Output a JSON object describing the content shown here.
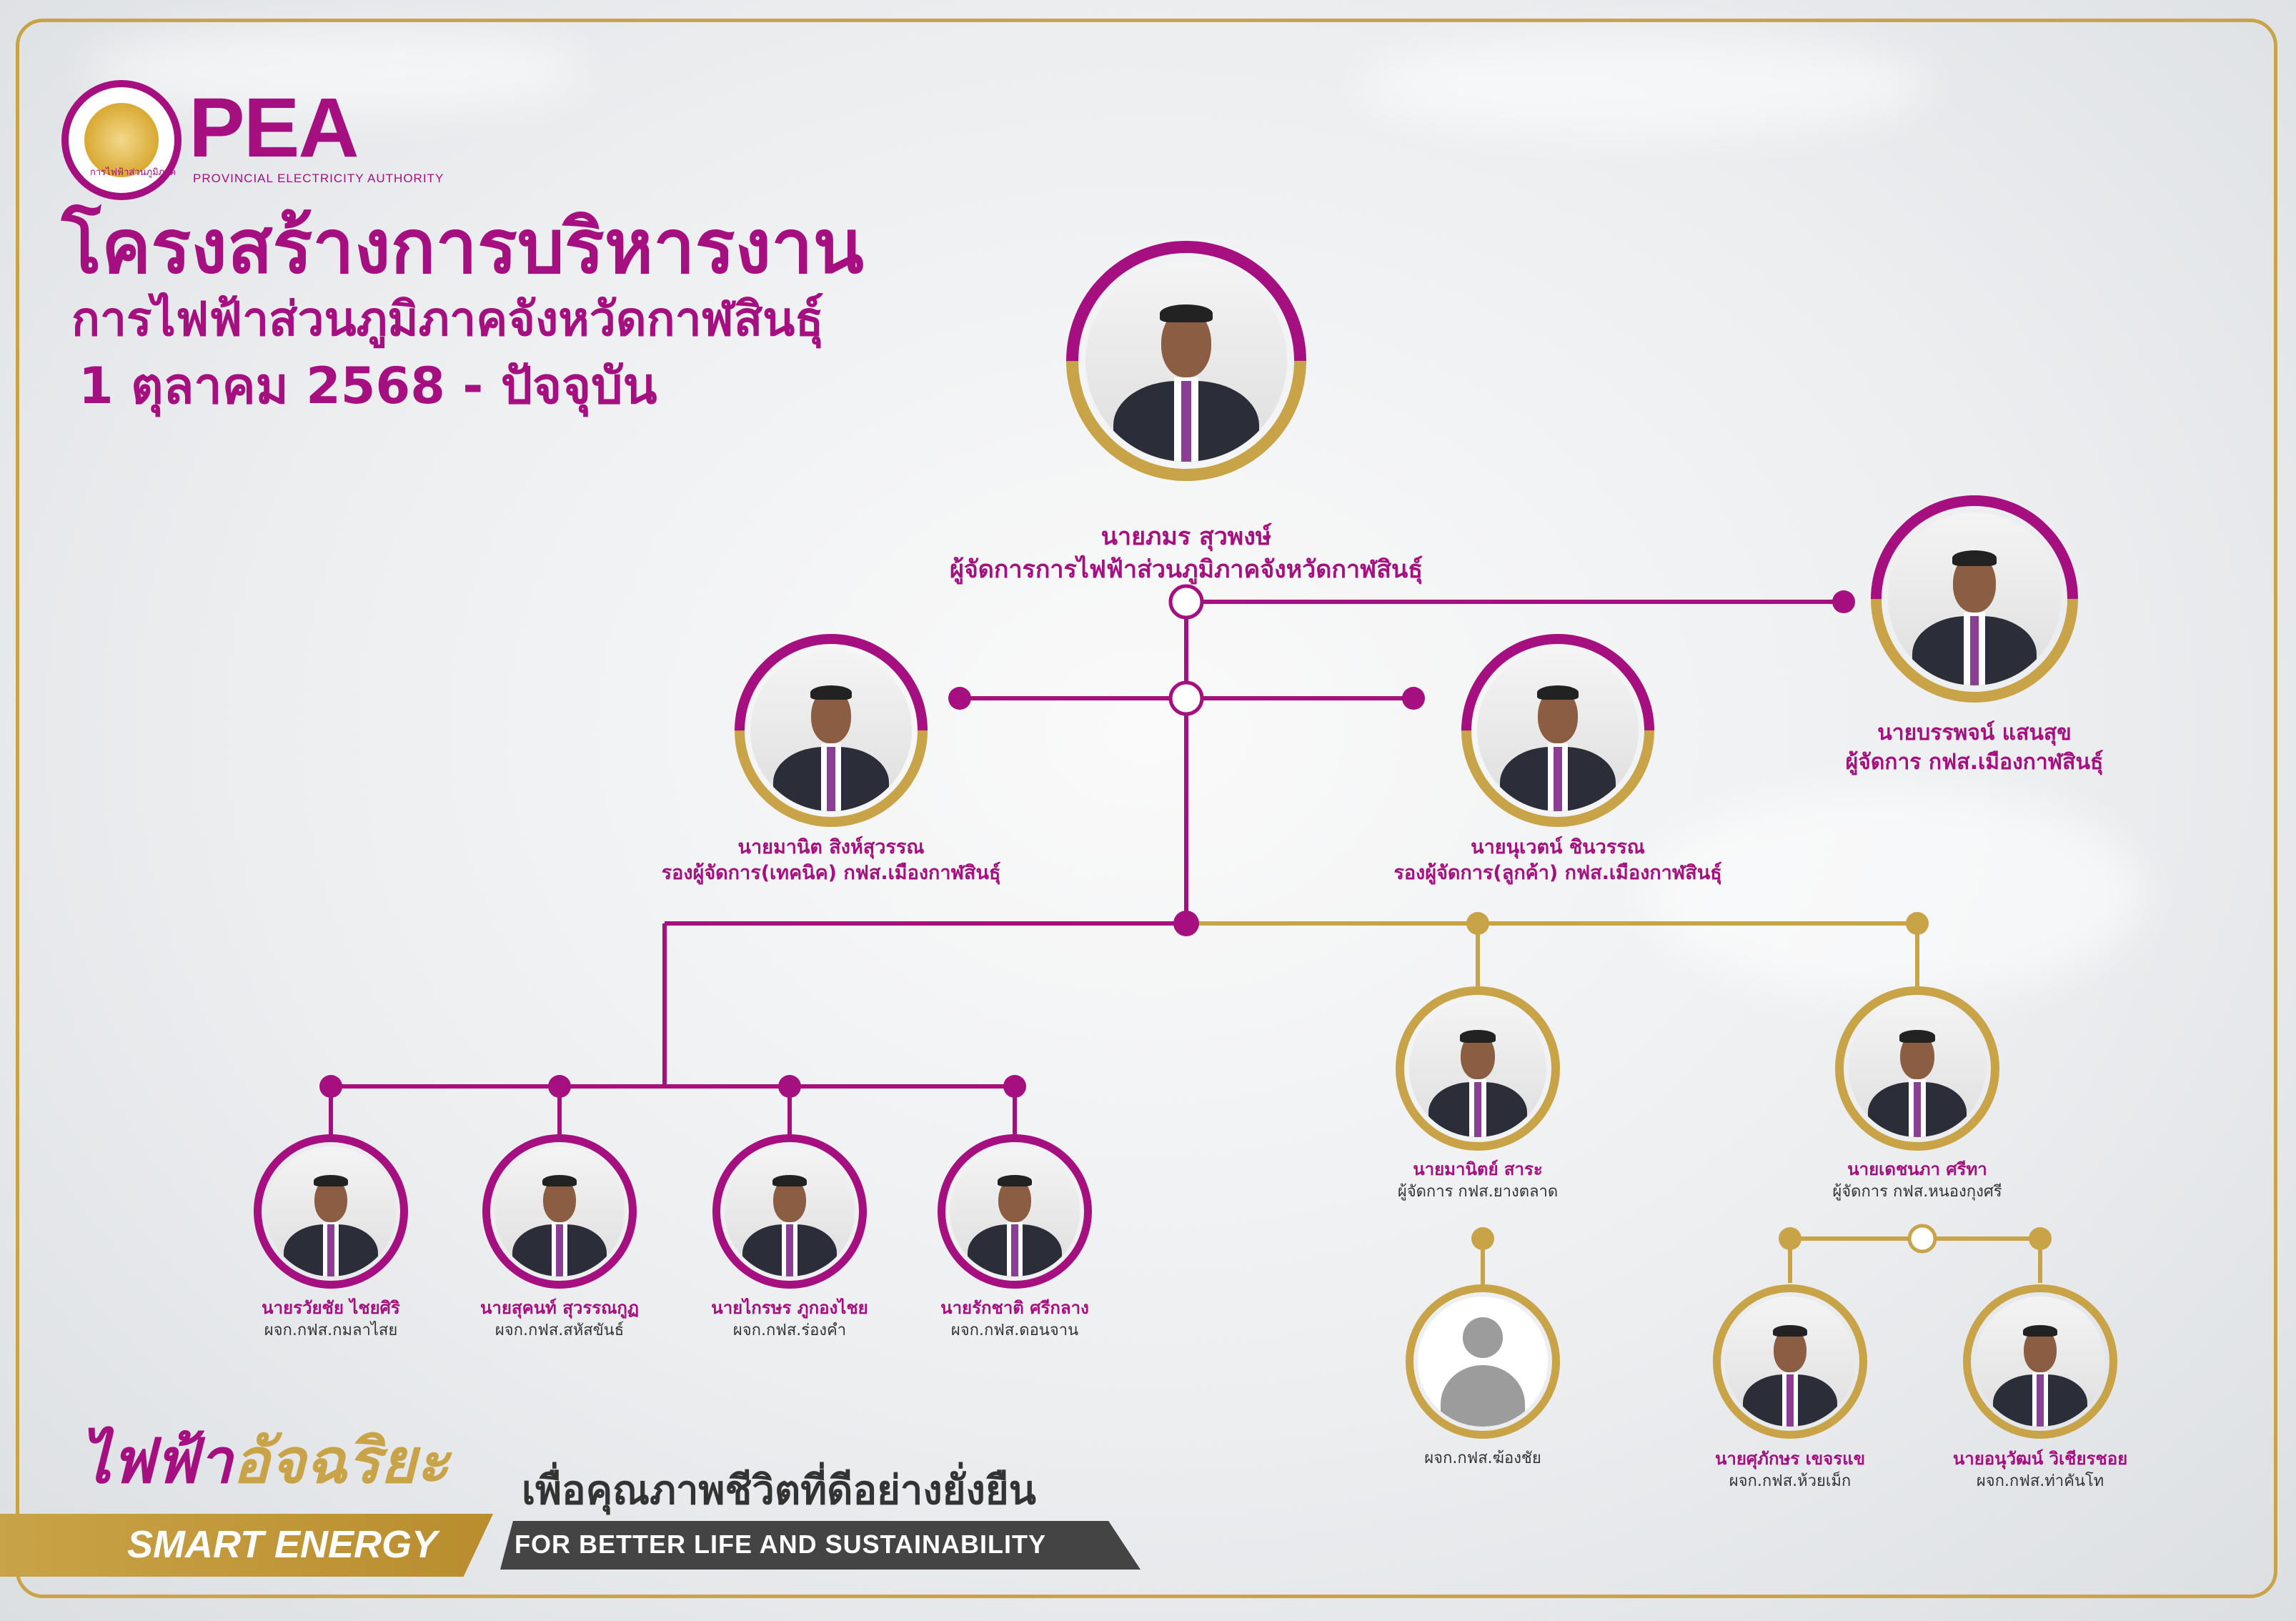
{
  "logo": {
    "wordmark": "PEA",
    "subtitle": "PROVINCIAL ELECTRICITY AUTHORITY",
    "seal_text": "การไฟฟ้าส่วนภูมิภาค"
  },
  "header": {
    "title": "โครงสร้างการบริหารงาน",
    "subtitle": "การไฟฟ้าส่วนภูมิภาคจังหวัดกาฬสินธุ์",
    "date": "1 ตุลาคม 2568 - ปัจจุบัน"
  },
  "people": {
    "director": {
      "name": "นายภมร สุวพงษ์",
      "position": "ผู้จัดการการไฟฟ้าส่วนภูมิภาคจังหวัดกาฬสินธุ์"
    },
    "office_manager": {
      "name": "นายบรรพจน์ แสนสุข",
      "position": "ผู้จัดการ กฟส.เมืองกาฬสินธุ์"
    },
    "deputy_technical": {
      "name": "นายมานิต สิงห์สุวรรณ",
      "position": "รองผู้จัดการ(เทคนิค) กฟส.เมืองกาฬสินธุ์"
    },
    "deputy_customer": {
      "name": "นายนุเวตน์ ชินวรรณ",
      "position": "รองผู้จัดการ(ลูกค้า) กฟส.เมืองกาฬสินธุ์"
    },
    "b1": {
      "name": "นายรวัยชัย ไชยศิริ",
      "position": "ผจก.กฟส.กมลาไสย"
    },
    "b2": {
      "name": "นายสุคนท์ สุวรรณกูฏ",
      "position": "ผจก.กฟส.สหัสขันธ์"
    },
    "b3": {
      "name": "นายไกรษร ภูกองไชย",
      "position": "ผจก.กฟส.ร่องคำ"
    },
    "b4": {
      "name": "นายรักชาติ ศรีกลาง",
      "position": "ผจก.กฟส.ดอนจาน"
    },
    "yangtalat": {
      "name": "นายมานิตย์ สาระ",
      "position": "ผู้จัดการ กฟส.ยางตลาด"
    },
    "nongkungsri": {
      "name": "นายเดชนภา ศรีทา",
      "position": "ผู้จัดการ กฟส.หนองกุงศรี"
    },
    "kongchai": {
      "name": "",
      "position": "ผจก.กฟส.ฆ้องชัย"
    },
    "huaymek": {
      "name": "นายศุภักษร เขจรแข",
      "position": "ผจก.กฟส.ห้วยเม็ก"
    },
    "thakhantho": {
      "name": "นายอนุวัฒน์ วิเชียรชอย",
      "position": "ผจก.กฟส.ท่าคันโท"
    }
  },
  "footer": {
    "slogan_part1": "ไฟฟ้า",
    "slogan_part2": "อัจฉริยะ",
    "smart_energy": "SMART ENERGY",
    "tagline_thai": "เพื่อคุณภาพชีวิตที่ดีอย่างยั่งยืน",
    "tagline_en": "FOR BETTER LIFE AND SUSTAINABILITY"
  },
  "colors": {
    "purple": "#a50f7f",
    "gold": "#c9a347",
    "gray_dark": "#444444"
  }
}
